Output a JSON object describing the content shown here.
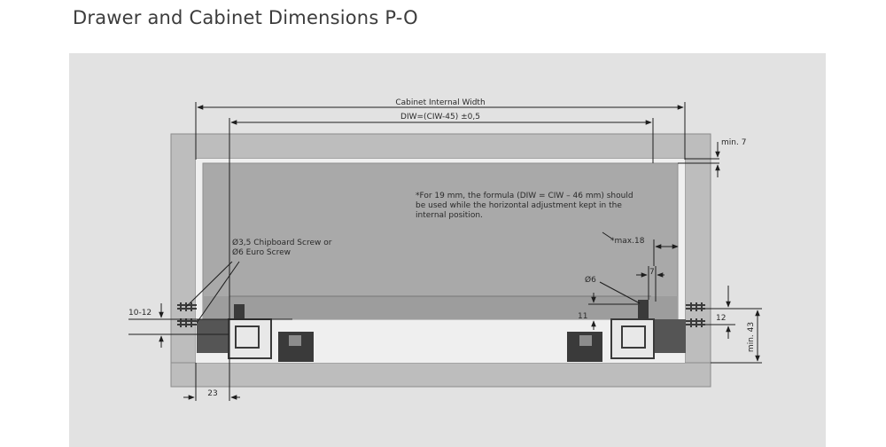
{
  "page": {
    "title": "Drawer and Cabinet Dimensions P-O"
  },
  "labels": {
    "cabinet_internal_width": "Cabinet Internal Width",
    "diw_formula": "DIW=(CIW-45) ±0,5",
    "min_7": "min. 7",
    "note_line1": "*For 19 mm, the formula (DIW = CIW – 46 mm) should",
    "note_line2": "be used while the horizontal adjustment kept in the",
    "note_line3": "internal position.",
    "max_18": "*max.18",
    "screw_line1": "Ø3,5 Chipboard Screw or",
    "screw_line2": "Ø6 Euro Screw",
    "dim_7": "7",
    "dim_d6": "Ø6",
    "dim_10_12": "10-12",
    "dim_11": "11",
    "dim_12": "12",
    "dim_min43": "min. 43",
    "dim_23": "23"
  },
  "colors": {
    "panel_bg": "#e2e2e2",
    "cabinet_wall": "#bdbdbd",
    "cabinet_edge": "#8a8a8a",
    "drawer_front": "#a9a9a9",
    "drawer_bottom": "#cfcfcf",
    "hardware_dark": "#3a3a3a",
    "line": "#1e1e1e"
  }
}
